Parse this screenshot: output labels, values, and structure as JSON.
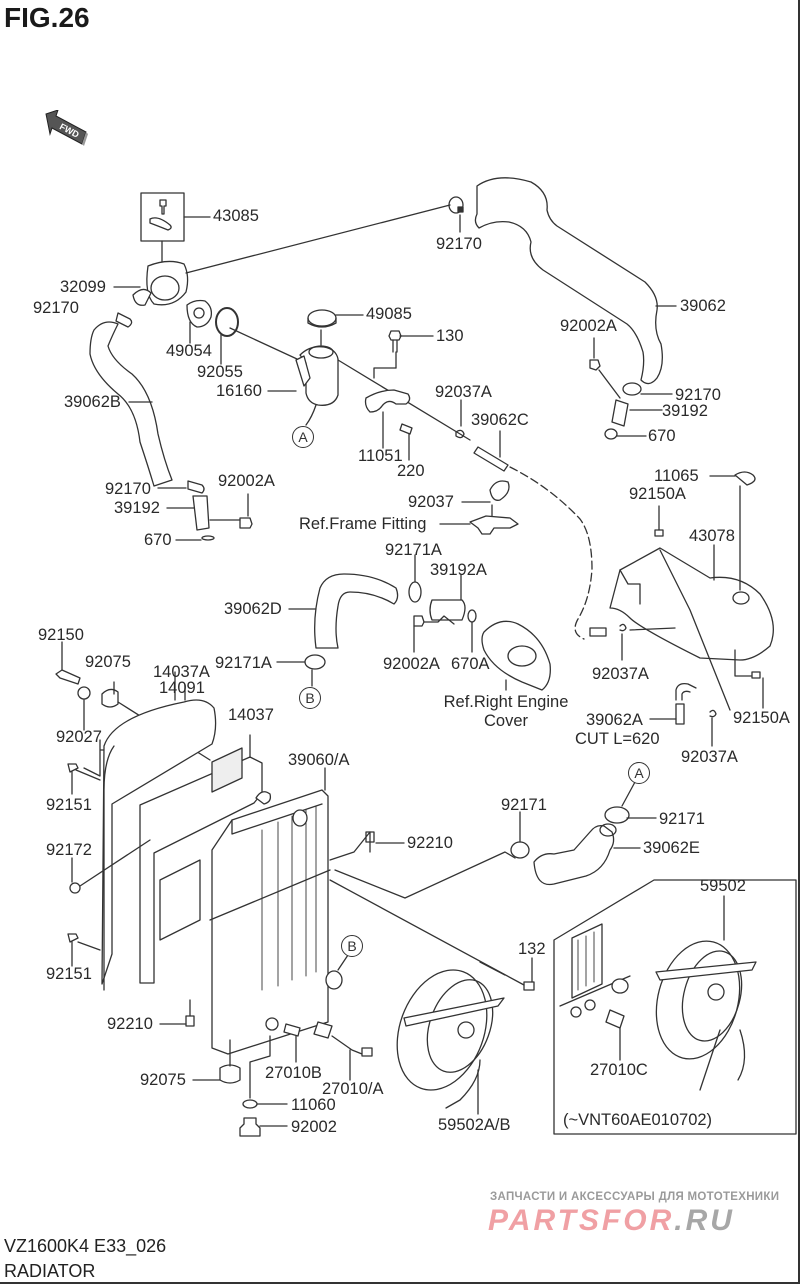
{
  "figure": {
    "title": "FIG.26",
    "forward_indicator": "FWD",
    "model_code": "VZ1600K4 E33_026",
    "section_name": "RADIATOR"
  },
  "watermark": {
    "tagline": "ЗАПЧАСТИ И АКСЕССУАРЫ ДЛЯ МОТОТЕХНИКИ",
    "brand_part1": "PARTSFOR",
    "brand_part2": ".RU",
    "brand_color": "#f0a0a4"
  },
  "callouts": {
    "p43085": "43085",
    "p92170_top": "92170",
    "p32099": "32099",
    "p92170_left": "92170",
    "p49054": "49054",
    "p92055": "92055",
    "p16160": "16160",
    "p39062B": "39062B",
    "p49085": "49085",
    "p130": "130",
    "p92037A_mid": "92037A",
    "p39062C": "39062C",
    "p11051": "11051",
    "p220": "220",
    "p39062": "39062",
    "p92002A_right": "92002A",
    "p92170_right": "92170",
    "p39192_right": "39192",
    "p670_right": "670",
    "p92170_lower": "92170",
    "p92002A_lower": "92002A",
    "p39192_lower": "39192",
    "p670_lower": "670",
    "p92037": "92037",
    "ref_frame_fitting": "Ref.Frame Fitting",
    "p11065": "11065",
    "p92150A_top": "92150A",
    "p43078": "43078",
    "p92171A_top": "92171A",
    "p39192A": "39192A",
    "p39062D": "39062D",
    "p92171A_left": "92171A",
    "p92002A_pump": "92002A",
    "p670A": "670A",
    "ref_right_engine_cover_1": "Ref.Right Engine",
    "ref_right_engine_cover_2": "Cover",
    "p92037A_tank": "92037A",
    "p39062A": "39062A",
    "cut_length": "CUT L=620",
    "p92150A_bottom": "92150A",
    "p92037A_bottom": "92037A",
    "p92150": "92150",
    "p92075_top": "92075",
    "p14037A": "14037A",
    "p14091": "14091",
    "p14037": "14037",
    "p92027": "92027",
    "p92151_top": "92151",
    "p39060A": "39060/A",
    "p92210_right": "92210",
    "p92171_mid": "92171",
    "p92171_right": "92171",
    "p39062E": "39062E",
    "p92172": "92172",
    "p92151_bottom": "92151",
    "p132": "132",
    "p59502": "59502",
    "p92210_left": "92210",
    "p92075_bottom": "92075",
    "p27010B": "27010B",
    "p27010A": "27010/A",
    "p11060": "11060",
    "p92002": "92002",
    "p59502AB": "59502A/B",
    "p27010C": "27010C",
    "serial_range": "(~VNT60AE010702)"
  },
  "connection_markers": {
    "a1": "A",
    "a2": "A",
    "b1": "B",
    "b2": "B"
  }
}
